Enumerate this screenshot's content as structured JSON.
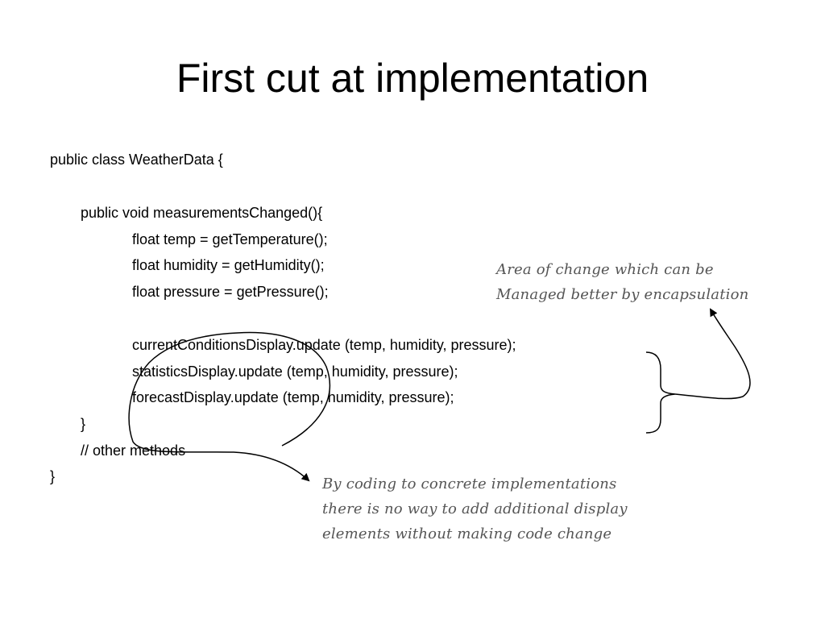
{
  "slide": {
    "title": "First cut at implementation",
    "code_lines": [
      "public class WeatherData {",
      "public void measurementsChanged(){",
      "float temp = getTemperature();",
      "float humidity = getHumidity();",
      "float pressure = getPressure();",
      "currentConditionsDisplay.update (temp, humidity, pressure);",
      "statisticsDisplay.update (temp, humidity, pressure);",
      "forecastDisplay.update (temp, humidity, pressure);",
      "}",
      "// other methods",
      "}"
    ],
    "note_right": [
      "Area of change which can be",
      "Managed better by encapsulation"
    ],
    "note_bottom": [
      "By coding to concrete implementations",
      "there is no way to add additional display",
      "elements without making code change"
    ],
    "colors": {
      "text": "#000000",
      "annotation_text": "#555555",
      "background": "#ffffff"
    }
  }
}
